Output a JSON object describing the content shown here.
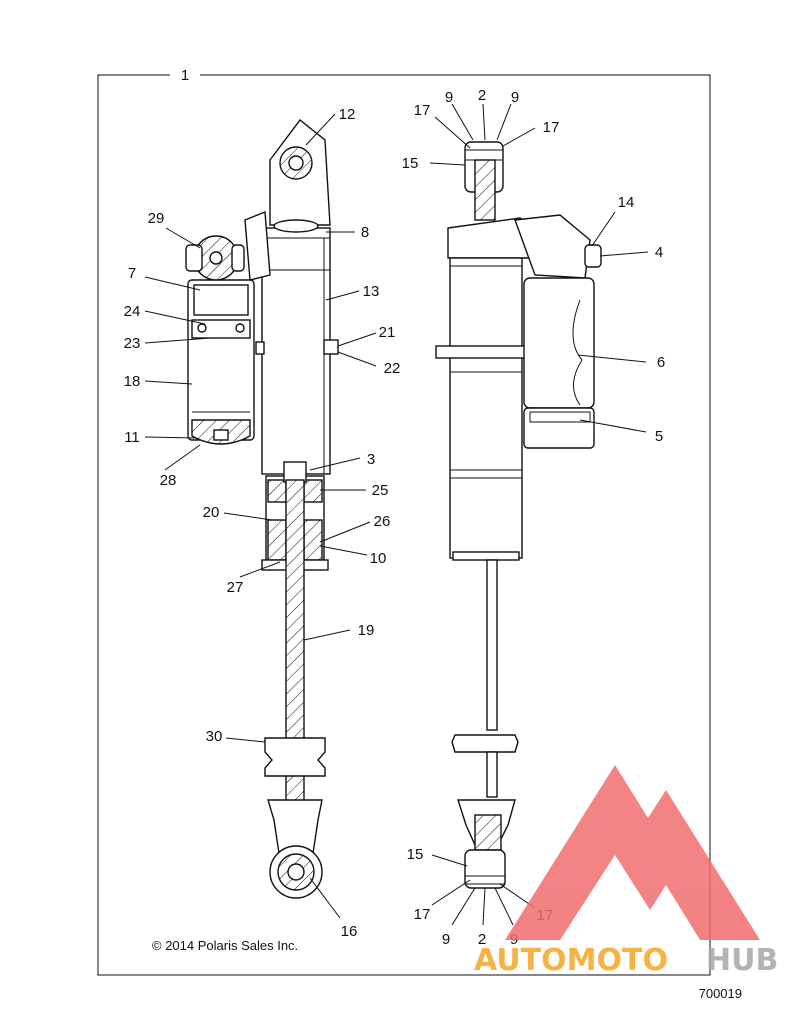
{
  "diagram": {
    "group_label": "1",
    "callouts": [
      {
        "id": "c12",
        "text": "12"
      },
      {
        "id": "c8",
        "text": "8"
      },
      {
        "id": "c29",
        "text": "29"
      },
      {
        "id": "c7",
        "text": "7"
      },
      {
        "id": "c13",
        "text": "13"
      },
      {
        "id": "c24",
        "text": "24"
      },
      {
        "id": "c23",
        "text": "23"
      },
      {
        "id": "c21",
        "text": "21"
      },
      {
        "id": "c22",
        "text": "22"
      },
      {
        "id": "c18",
        "text": "18"
      },
      {
        "id": "c11",
        "text": "11"
      },
      {
        "id": "c28",
        "text": "28"
      },
      {
        "id": "c3",
        "text": "3"
      },
      {
        "id": "c25",
        "text": "25"
      },
      {
        "id": "c20",
        "text": "20"
      },
      {
        "id": "c26",
        "text": "26"
      },
      {
        "id": "c10",
        "text": "10"
      },
      {
        "id": "c27",
        "text": "27"
      },
      {
        "id": "c19",
        "text": "19"
      },
      {
        "id": "c30",
        "text": "30"
      },
      {
        "id": "c16",
        "text": "16"
      },
      {
        "id": "r17a",
        "text": "17"
      },
      {
        "id": "r9a",
        "text": "9"
      },
      {
        "id": "r2a",
        "text": "2"
      },
      {
        "id": "r9b",
        "text": "9"
      },
      {
        "id": "r17b",
        "text": "17"
      },
      {
        "id": "r15a",
        "text": "15"
      },
      {
        "id": "r14",
        "text": "14"
      },
      {
        "id": "r4",
        "text": "4"
      },
      {
        "id": "r6",
        "text": "6"
      },
      {
        "id": "r5",
        "text": "5"
      },
      {
        "id": "r15b",
        "text": "15"
      },
      {
        "id": "r17c",
        "text": "17"
      },
      {
        "id": "r9c",
        "text": "9"
      },
      {
        "id": "r2b",
        "text": "2"
      },
      {
        "id": "r9d",
        "text": "9"
      },
      {
        "id": "r17d",
        "text": "17"
      }
    ],
    "copyright": "© 2014 Polaris Sales Inc.",
    "figure_number": "700019"
  },
  "watermark": {
    "text_part1": "AUTOMOTO",
    "text_part2": "HUB",
    "color_part1": "#f5a623",
    "color_part2": "#a6a6a6",
    "logo_color": "#f26d6d"
  }
}
